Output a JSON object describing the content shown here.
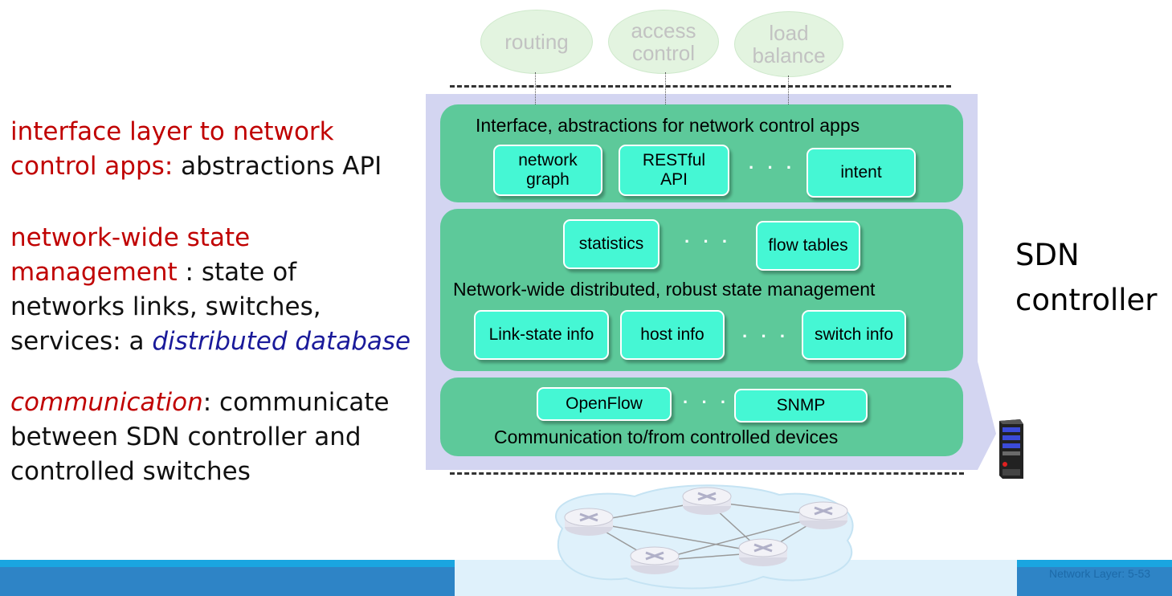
{
  "annotations": {
    "interface_red": "interface layer to network",
    "interface_red2": "control apps:",
    "interface_black": " abstractions API",
    "state_red1": "network-wide state",
    "state_red2": "management",
    "state_black2": " : state of",
    "state_line3": "networks links, switches,",
    "state_line4a": "services: a ",
    "state_line4b": "distributed database",
    "comm_red": "communication",
    "comm_black1": ": communicate",
    "comm_line2": "between SDN controller and",
    "comm_line3": "controlled switches"
  },
  "apps": [
    "routing",
    "access\ncontrol",
    "load\nbalance"
  ],
  "controller": {
    "interface_layer": {
      "title": "Interface, abstractions for network control apps",
      "boxes": [
        "network\ngraph",
        "RESTful\nAPI",
        "intent"
      ],
      "ellipsis": "· · ·"
    },
    "state_layer": {
      "title": "Network-wide distributed, robust  state management",
      "top_boxes": [
        "statistics",
        "flow tables"
      ],
      "bottom_boxes": [
        "Link-state info",
        "host info",
        "switch info"
      ],
      "ellipsis": "· · ·"
    },
    "comm_layer": {
      "title": "Communication to/from controlled devices",
      "boxes": [
        "OpenFlow",
        "SNMP"
      ],
      "ellipsis": "· · ·"
    }
  },
  "sdn_label": [
    "SDN",
    "controller"
  ],
  "footer": "Network Layer: 5-53",
  "colors": {
    "layer": "#5dc99a",
    "box": "#45f7d4",
    "controller_bg": "#d3d5f1",
    "highlight_red": "#c00000",
    "italic_blue": "#1a1a9a",
    "footer_bar": "#2e84c6"
  }
}
